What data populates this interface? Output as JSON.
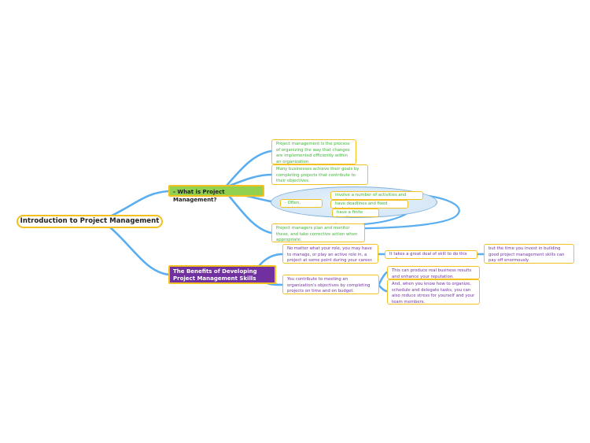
{
  "root": {
    "label": "Introduction to Project Management"
  },
  "branch_what": {
    "label": "- What is Project Management?",
    "topics": [
      "Project management is the process of organizing the way that changes are implemented efficiently within an organization.",
      "Many businesses achieve their goals by completing projects that contribute to their objectives.",
      "Project managers plan and monitor these, and take corrective action when appropriate."
    ],
    "other_projects": {
      "label": "- Often, projects...",
      "items": [
        "involve a number of activities and people",
        "have deadlines and fixed budgets.",
        "have a finite length"
      ]
    }
  },
  "branch_benefits": {
    "label": "The Benefits of Developing Project Management Skills",
    "topics": [
      "No matter what your role, you may have to manage, or play an active role in, a project at some point during your career.",
      "You contribute to meeting an organization's objectives by completing projects on time and on budget."
    ],
    "skill_note": "It takes a great deal of skill to do this well",
    "investment_note": "but the time you invest in building good project management skills can pay off enormously.",
    "results": [
      "This can produce real business results and enhance your reputation.",
      "And, when you know how to organize, schedule and delegate tasks, you can also reduce stress for yourself and your team members."
    ]
  },
  "colors": {
    "link": "#5aaef0",
    "border": "#f3c021",
    "green_text": "#3cb233",
    "purple_text": "#7030a0",
    "what_fill": "#92d050",
    "benefits_fill": "#7030a0"
  }
}
